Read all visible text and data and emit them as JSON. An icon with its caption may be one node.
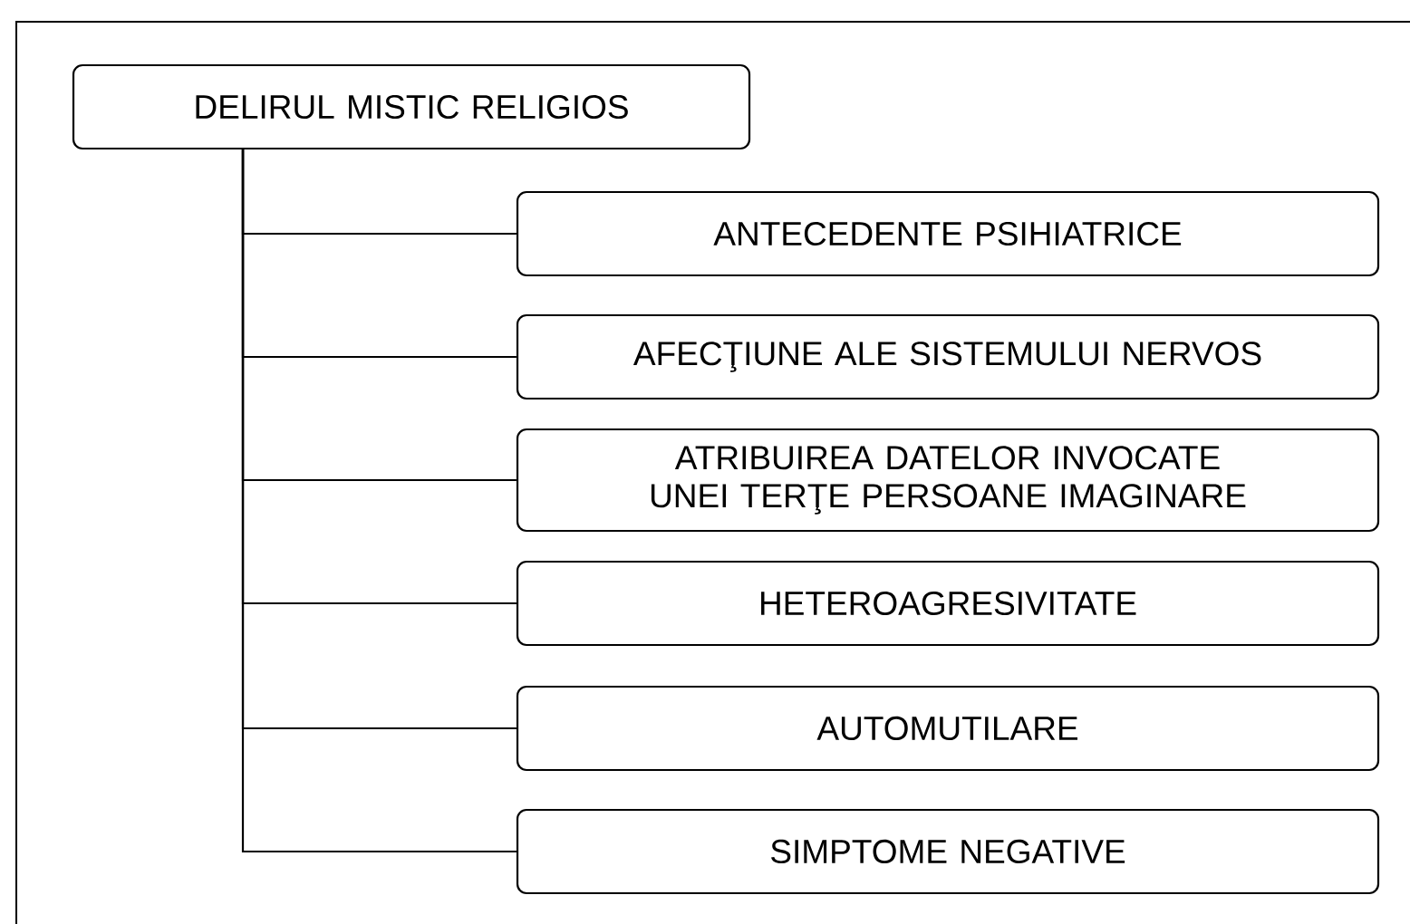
{
  "diagram": {
    "nodes": [
      {
        "text": [
          "DELIRUL MISTIC RELIGIOS"
        ]
      },
      {
        "text": [
          "ANTECEDENTE PSIHIATRICE"
        ]
      },
      {
        "text": [
          "AFECŢIUNE ALE SISTEMULUI NERVOS"
        ]
      },
      {
        "text": [
          "ATRIBUIREA DATELOR INVOCATE UNEI TERŢE PERSOANE IMAGINARE"
        ]
      },
      {
        "text": [
          "HETEROAGRESIVITATE"
        ]
      },
      {
        "text": [
          "AUTOMUTILARE"
        ]
      },
      {
        "text": [
          "SIMPTOME NEGATIVE"
        ]
      }
    ],
    "edges": [
      {
        "from": 0,
        "to": 1,
        "arrow": "none"
      },
      {
        "from": 0,
        "to": 2,
        "arrow": "none"
      },
      {
        "from": 0,
        "to": 3,
        "arrow": "none"
      },
      {
        "from": 0,
        "to": 4,
        "arrow": "none"
      },
      {
        "from": 0,
        "to": 5,
        "arrow": "none"
      },
      {
        "from": 0,
        "to": 6,
        "arrow": "none"
      }
    ]
  }
}
